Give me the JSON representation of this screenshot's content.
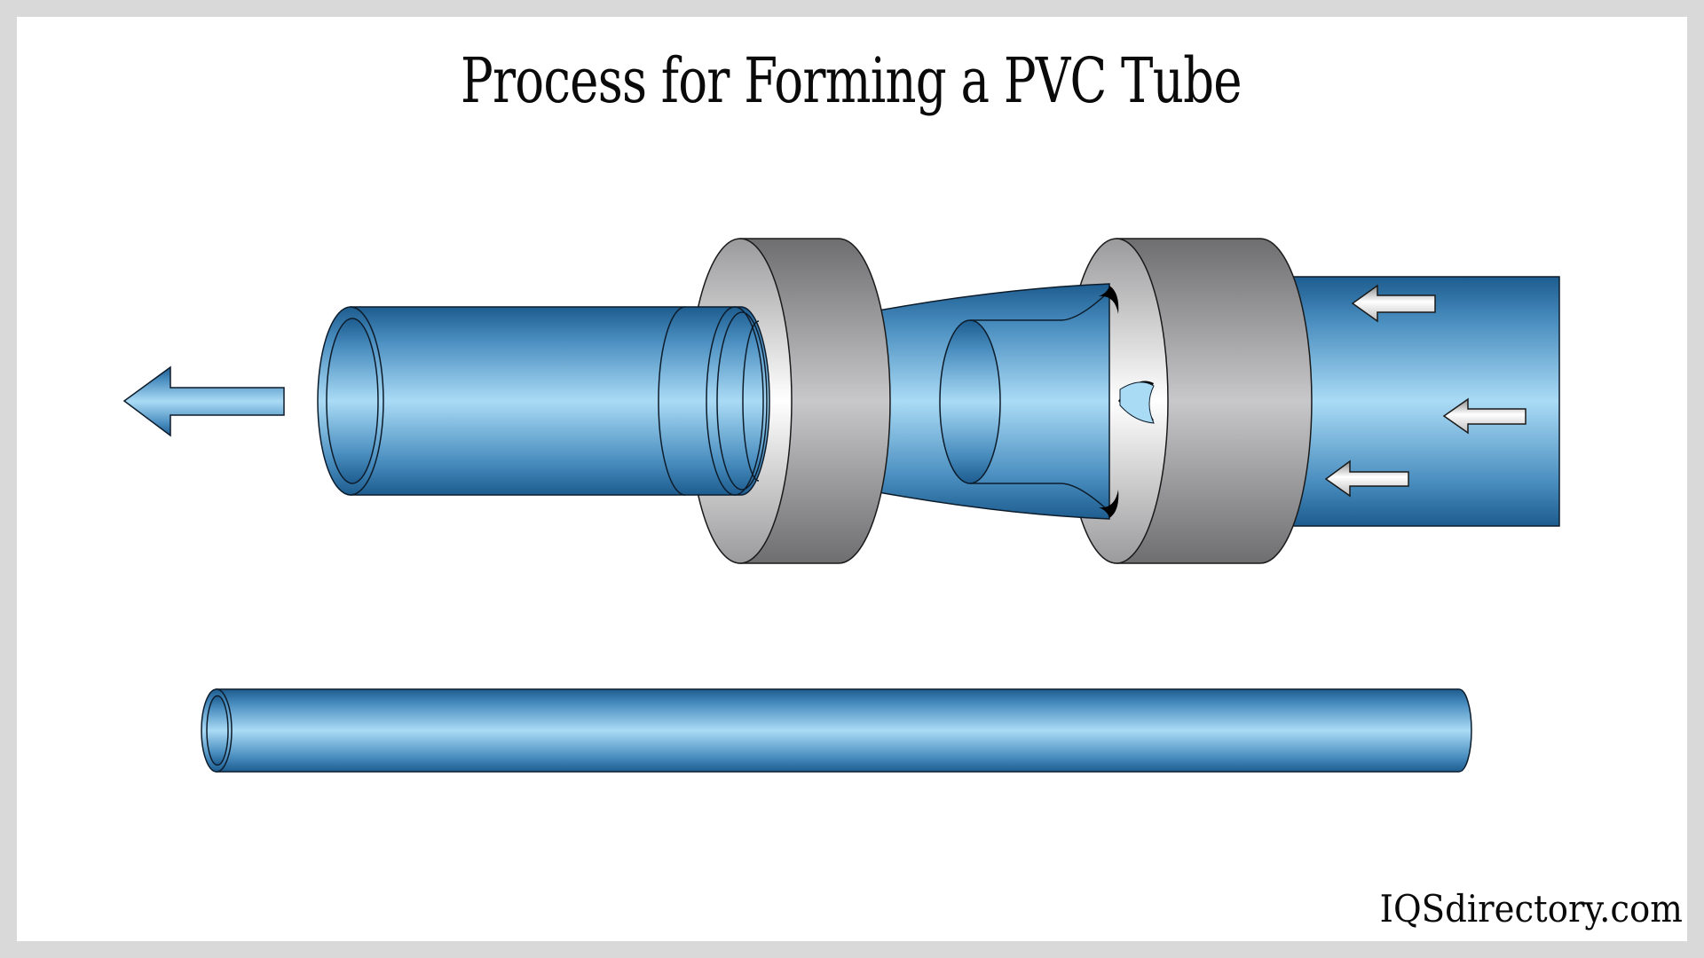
{
  "title": "Process for Forming a PVC Tube",
  "watermark": "IQSdirectory.com",
  "colors": {
    "background_border": "#d9d9d9",
    "panel": "#ffffff",
    "tube_dark": "#1d5c8f",
    "tube_light": "#aadbf5",
    "die_dark": "#6e6e70",
    "die_light": "#c8c8ca",
    "die_face_light": "#ffffff",
    "outline": "#0d1c2b"
  },
  "components": [
    {
      "name": "output-arrow",
      "direction": "left",
      "icon": "arrow-left-icon"
    },
    {
      "name": "formed-tube",
      "role": "extruded PVC tube exiting sizing die"
    },
    {
      "name": "sizing-die",
      "role": "gray ring die"
    },
    {
      "name": "mandrel-funnel",
      "role": "molten PVC forming around mandrel"
    },
    {
      "name": "extrusion-die",
      "role": "gray ring die with spider openings"
    },
    {
      "name": "feed-barrel",
      "role": "PVC melt feed with flow arrows"
    },
    {
      "name": "flow-arrows",
      "count": 3,
      "direction": "left",
      "icon": "arrow-left-icon"
    },
    {
      "name": "finished-pipe",
      "role": "long finished PVC tube"
    }
  ]
}
